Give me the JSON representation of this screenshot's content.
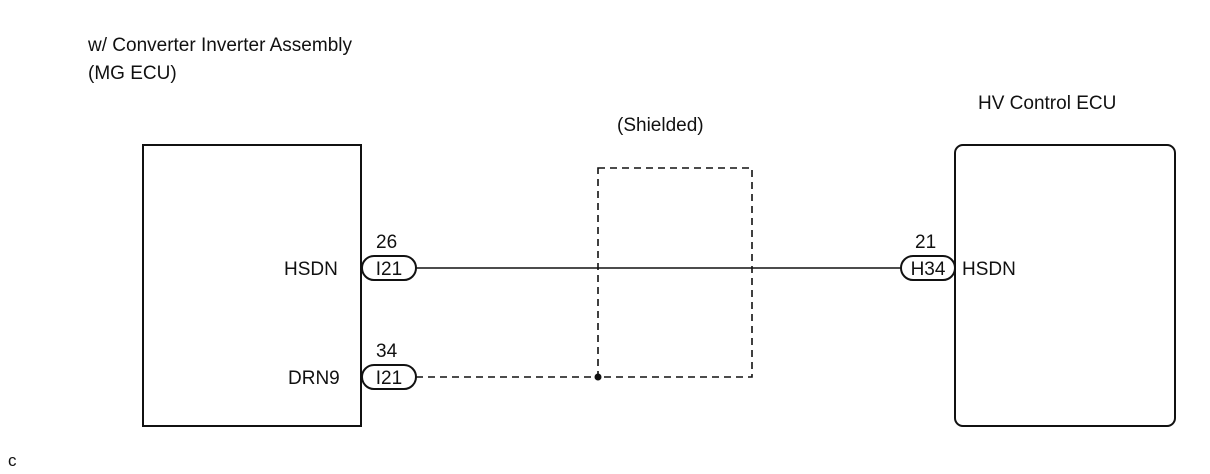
{
  "left_component": {
    "title_line1": "w/ Converter Inverter Assembly",
    "title_line2": "(MG ECU)",
    "pins": [
      {
        "name": "HSDN",
        "number": "26",
        "connector": "I21"
      },
      {
        "name": "DRN9",
        "number": "34",
        "connector": "I21"
      }
    ]
  },
  "right_component": {
    "title": "HV Control ECU",
    "pins": [
      {
        "name": "HSDN",
        "number": "21",
        "connector": "H34"
      }
    ]
  },
  "shield": {
    "label": "(Shielded)"
  },
  "corner_mark": "c"
}
